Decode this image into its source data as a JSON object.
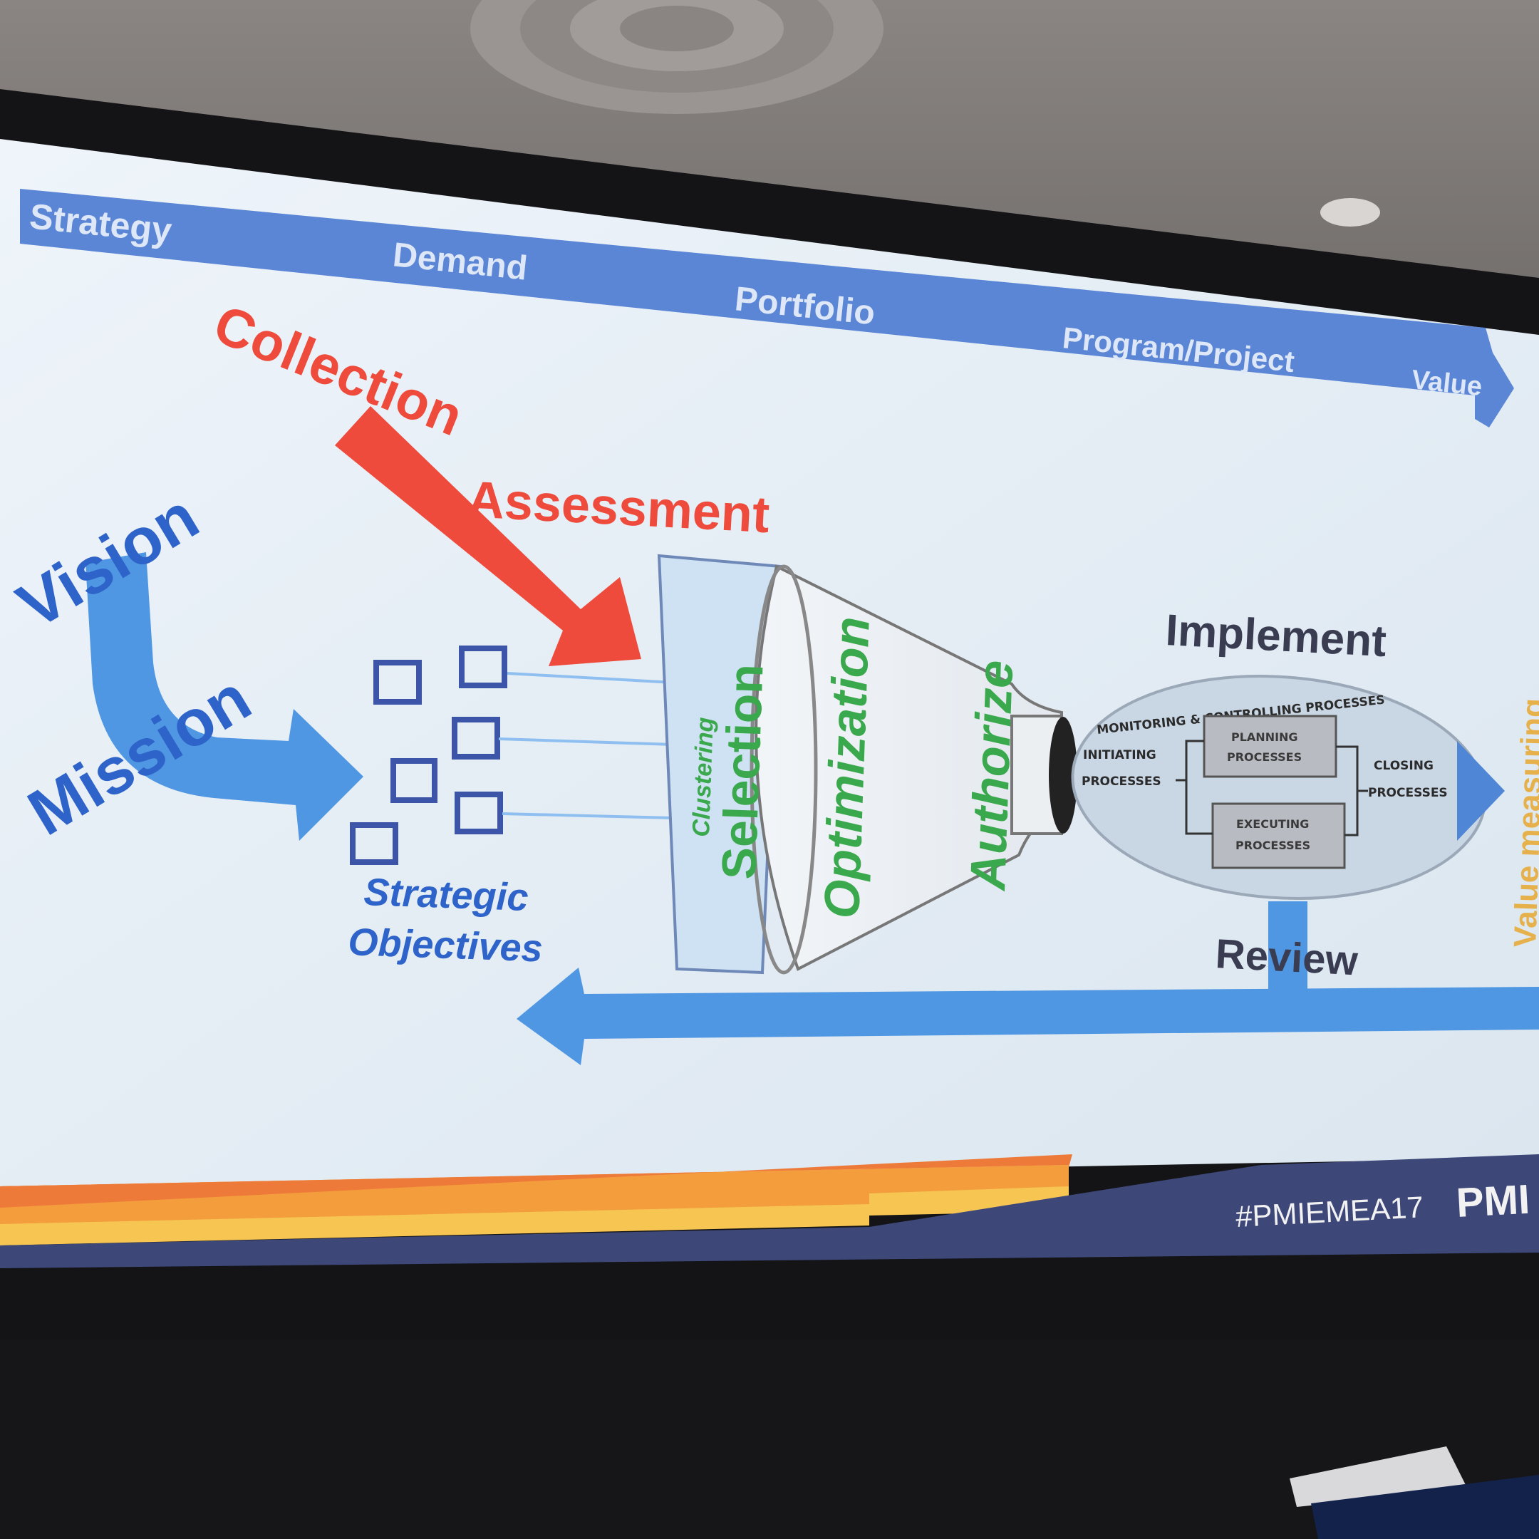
{
  "banner": {
    "stages": [
      "Strategy",
      "Demand",
      "Portfolio",
      "Program/Project",
      "Value"
    ],
    "color": "#5b86d6"
  },
  "labels": {
    "collection": "Collection",
    "assessment": "Assessment",
    "vision": "Vision",
    "mission": "Mission",
    "strategic_objectives_line1": "Strategic",
    "strategic_objectives_line2": "Objectives",
    "clustering": "Clustering",
    "selection": "Selection",
    "optimization": "Optimization",
    "authorize": "Authorize",
    "implement": "Implement",
    "review": "Review",
    "value_measuring": "Value measuring"
  },
  "process_cycle": {
    "monitoring": "MONITORING & CONTROLLING PROCESSES",
    "initiating_1": "INITIATING",
    "initiating_2": "PROCESSES",
    "planning_1": "PLANNING",
    "planning_2": "PROCESSES",
    "executing_1": "EXECUTING",
    "executing_2": "PROCESSES",
    "closing_1": "CLOSING",
    "closing_2": "PROCESSES"
  },
  "footer": {
    "hashtag": "#PMIEMEA17",
    "logo": "PMI"
  },
  "colors": {
    "screen": "#e9f1f8",
    "red": "#ee4b3c",
    "blue_text": "#2e63c9",
    "green": "#3aa84c",
    "arrow_blue": "#4f97e3",
    "gold": "#e6b04a",
    "navy": "#3d4778"
  }
}
